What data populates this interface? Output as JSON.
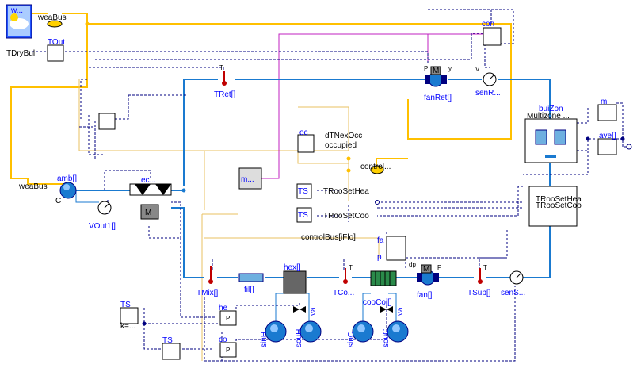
{
  "labels": {
    "weather_w": "w...",
    "weaBus_top": "weaBus",
    "tout": "TOut",
    "tdrybul": "TDryBul",
    "con": "con",
    "tret": "TRet[]",
    "t_symbol": "T",
    "fanret": "fanRet[]",
    "senr": "senR...",
    "fan_p": "P",
    "fan_y": "y",
    "vdot": "V",
    "buizon": "buiZon",
    "multizone": "Multizone ...",
    "mi": "mi",
    "ave": "ave[]",
    "oc": "oc",
    "dtnexocc": "dTNexOcc",
    "occupied": "occupied",
    "control": "control...",
    "trooseth_lbl": "TRooSetHea",
    "troosetc_lbl": "TRooSetCoo",
    "ts": "TS",
    "troosethea_r": "TRooSetHea",
    "troosetcoo_r": "TRooSetCoo",
    "controlbus": "controlBus[iFlo]",
    "fa": "fa",
    "p_small": "p",
    "weabus_left": "weaBus",
    "amb": "amb[]",
    "c": "C",
    "ec": "ec...",
    "m_small": "m...",
    "vout1": "VOut1[]",
    "m_big": "M",
    "tmix": "TMix[]",
    "fil": "fil[]",
    "hex": "hex[]",
    "tco": "TCo...",
    "coocoi": "cooCoi[]",
    "fan": "fan[]",
    "dp": "dp",
    "tsup": "TSup[]",
    "sens": "senS...",
    "ts_bot": "TS",
    "k": "k=...",
    "he": "he",
    "co": "co",
    "ts_mid": "TS",
    "p_ctl": "P",
    "va": "va",
    "sinh": "sinH",
    "souh": "souH",
    "sinc": "sinC",
    "souc": "souC"
  },
  "colors": {
    "air": "#1a7ad0",
    "bus": "#ffc000",
    "control": "#000080",
    "signal": "#c020c0",
    "label": "#0000ff"
  }
}
